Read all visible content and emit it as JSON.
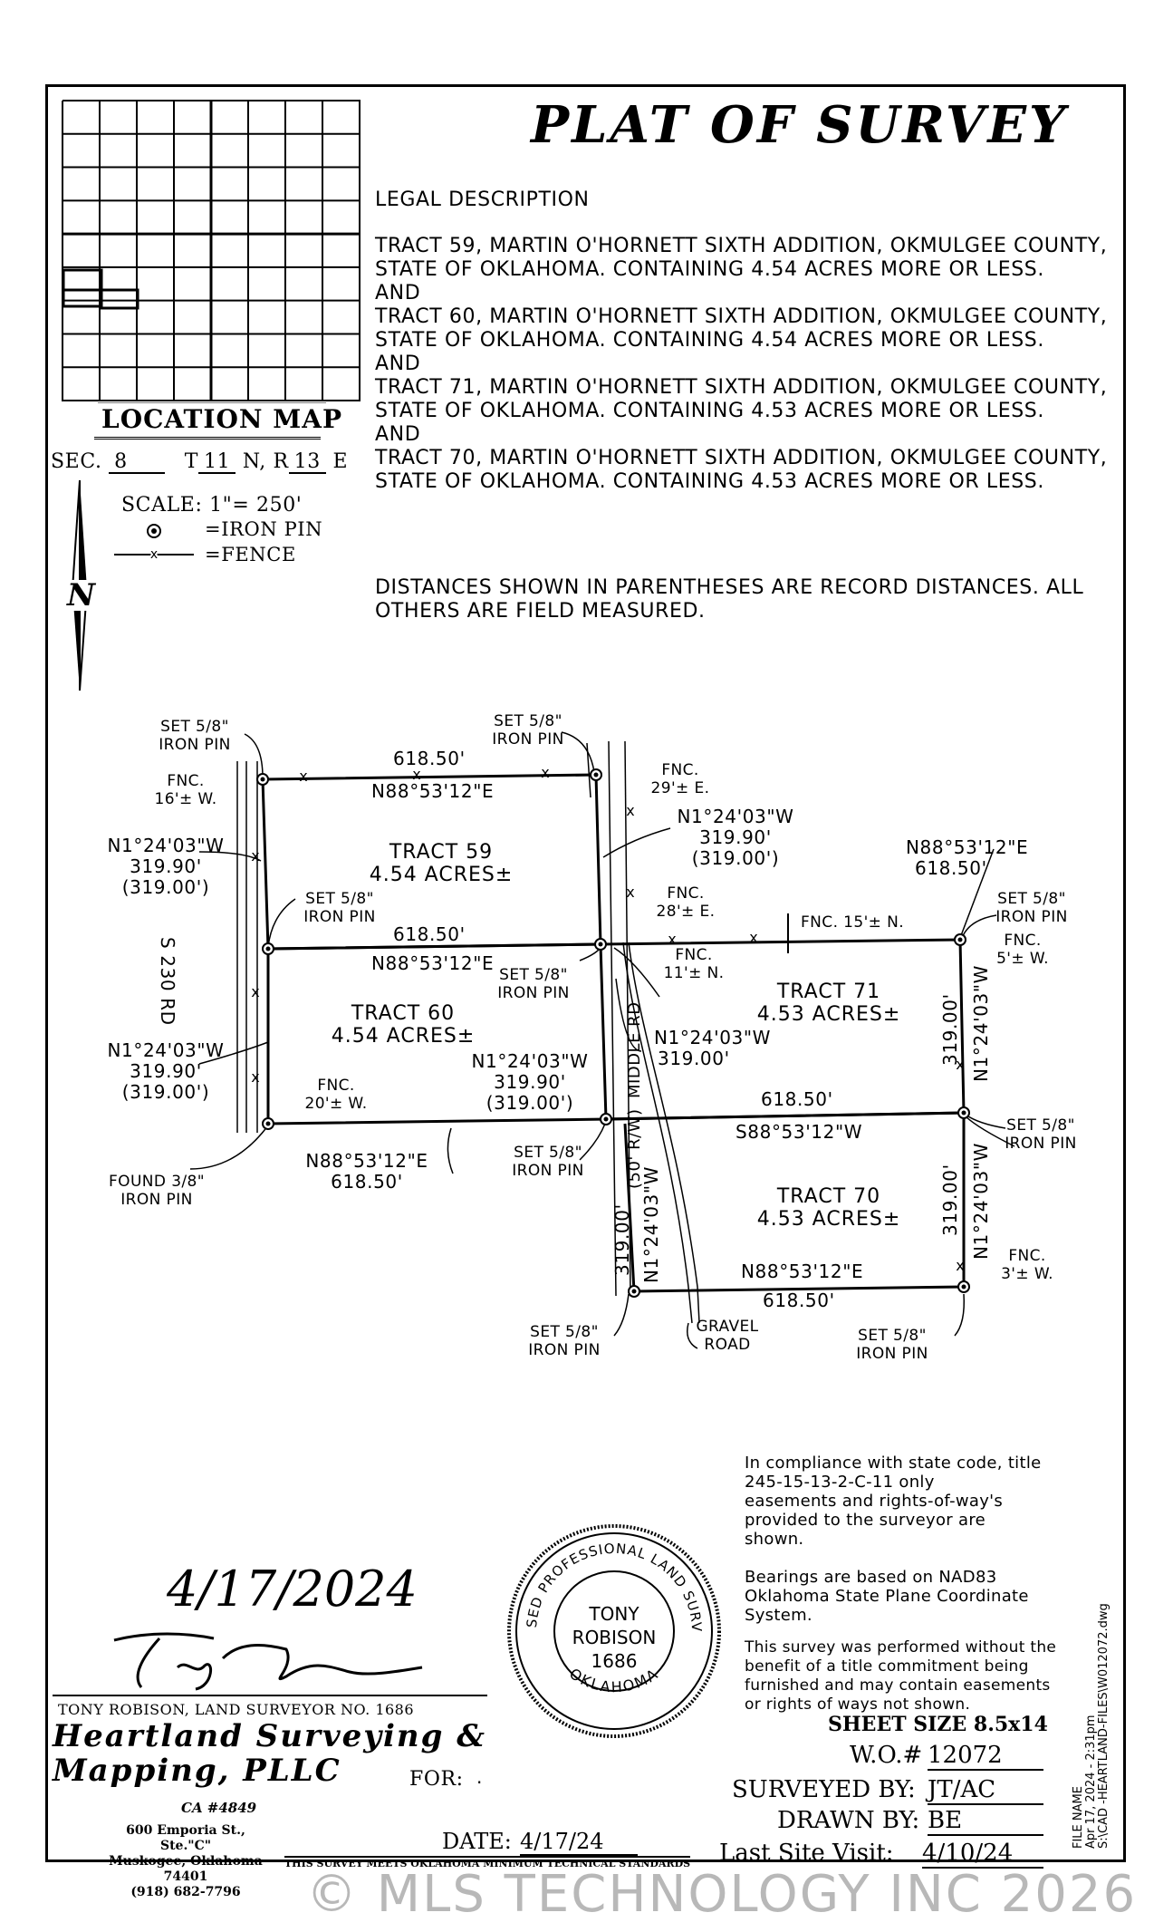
{
  "title": "PLAT OF SURVEY",
  "legal": {
    "heading": "LEGAL DESCRIPTION",
    "lines": [
      "TRACT 59, MARTIN O'HORNETT SIXTH ADDITION, OKMULGEE COUNTY,",
      "STATE OF OKLAHOMA. CONTAINING 4.54 ACRES MORE OR LESS.",
      "AND",
      "TRACT 60, MARTIN O'HORNETT SIXTH ADDITION, OKMULGEE COUNTY,",
      "STATE OF OKLAHOMA. CONTAINING 4.54 ACRES MORE OR LESS.",
      "AND",
      "TRACT 71, MARTIN O'HORNETT SIXTH ADDITION, OKMULGEE COUNTY,",
      "STATE OF OKLAHOMA. CONTAINING 4.53 ACRES MORE OR LESS.",
      "AND",
      "TRACT 70, MARTIN O'HORNETT SIXTH ADDITION, OKMULGEE COUNTY,",
      "STATE OF OKLAHOMA. CONTAINING 4.53 ACRES MORE OR LESS."
    ],
    "distances_note": [
      "DISTANCES SHOWN IN PARENTHESES ARE RECORD DISTANCES. ALL",
      "OTHERS ARE FIELD MEASURED."
    ]
  },
  "location": {
    "label": "LOCATION MAP",
    "sec_label": "SEC.",
    "sec": "8",
    "t_label": "T",
    "t": "11",
    "t_dir": "N, R",
    "r": "13",
    "r_dir": "E",
    "scale": "SCALE: 1\"= 250'",
    "legend_pin": "=IRON PIN",
    "legend_fence": "=FENCE",
    "north": "N"
  },
  "plat": {
    "tracts": [
      {
        "name": "TRACT 59",
        "area": "4.54 ACRES±"
      },
      {
        "name": "TRACT 60",
        "area": "4.54 ACRES±"
      },
      {
        "name": "TRACT 71",
        "area": "4.53 ACRES±"
      },
      {
        "name": "TRACT 70",
        "area": "4.53 ACRES±"
      }
    ],
    "labels": {
      "set_pin_a": [
        "SET 5/8\"",
        "IRON PIN"
      ],
      "set_pin_b": [
        "SET 5/8\"",
        "IRON PIN"
      ],
      "set_pin_c": [
        "SET 5/8\"",
        "IRON PIN"
      ],
      "set_pin_d": [
        "SET 5/8\"",
        "IRON PIN"
      ],
      "set_pin_e": [
        "SET 5/8\"",
        "IRON PIN"
      ],
      "set_pin_f": [
        "SET 5/8\"",
        "IRON PIN"
      ],
      "set_pin_g": [
        "SET 5/8\"",
        "IRON PIN"
      ],
      "set_pin_h": [
        "SET 5/8\"",
        "IRON PIN"
      ],
      "set_pin_i": [
        "SET 5/8\"",
        "IRON PIN"
      ],
      "found_pin": [
        "FOUND 3/8\"",
        "IRON PIN"
      ],
      "fnc_16w": [
        "FNC.",
        "16'± W."
      ],
      "fnc_29e": [
        "FNC.",
        "29'± E."
      ],
      "fnc_28e": [
        "FNC.",
        "28'± E."
      ],
      "fnc_15n": "FNC. 15'± N.",
      "fnc_11n": [
        "FNC.",
        "11'± N."
      ],
      "fnc_5w": [
        "FNC.",
        "5'± W."
      ],
      "fnc_20w": [
        "FNC.",
        "20'± W."
      ],
      "fnc_3w": [
        "FNC.",
        "3'± W."
      ],
      "brg_w1": [
        "N1°24'03\"W",
        "319.90'",
        "(319.00')"
      ],
      "brg_w2": [
        "N1°24'03\"W",
        "319.90'",
        "(319.00')"
      ],
      "brg_m1": [
        "N1°24'03\"W",
        "319.90'",
        "(319.00')"
      ],
      "brg_m2": [
        "N1°24'03\"W",
        "319.90'",
        "(319.00')"
      ],
      "brg_m3": [
        "N1°24'03\"W",
        "319.00'"
      ],
      "brg_ne": [
        "N88°53'12\"E",
        "618.50'"
      ],
      "brg_bot": [
        "N88°53'12\"E",
        "618.50'"
      ],
      "top_dist": "618.50'",
      "top_brg": "N88°53'12\"E",
      "mid_dist": "618.50'",
      "mid_brg": "N88°53'12\"E",
      "t71_dist": "618.50'",
      "t71_brg": "S88°53'12\"W",
      "t70_brg": "N88°53'12\"E",
      "t70_dist": "618.50'",
      "e_upper_dist": "319.00'",
      "e_upper_brg": "N1°24'03\"W",
      "e_lower_dist": "319.00'",
      "e_lower_brg": "N1°24'03\"W",
      "w70_dist": "319.00'",
      "w70_brg": "N1°24'03\"W",
      "road_s230": "S 230 RD",
      "road_middle": "MIDDLE RD",
      "row": "(50' R/W)",
      "gravel": [
        "GRAVEL",
        "ROAD"
      ]
    }
  },
  "compliance": [
    "In compliance with state code, title",
    "245-15-13-2-C-11 only",
    "easements and rights-of-way's",
    "provided to the surveyor are",
    "shown."
  ],
  "bearings_note": [
    "Bearings are based on NAD83",
    "Oklahoma State Plane Coordinate",
    "System."
  ],
  "title_note": [
    "This survey was performed without the",
    "benefit of a title commitment being",
    "furnished and may contain easements",
    "or rights of ways not shown."
  ],
  "seal": {
    "top": "LICENSED PROFESSIONAL LAND SURVEYOR",
    "bottom": "OKLAHOMA",
    "name1": "TONY",
    "name2": "ROBISON",
    "number": "1686"
  },
  "signature_date": "4/17/2024",
  "surveyor_line": "TONY ROBISON, LAND SURVEYOR NO. 1686",
  "company": {
    "name1": "Heartland Surveying &",
    "name2": "Mapping, PLLC",
    "ca": "CA #4849",
    "addr1": "600 Emporia St., Ste.\"C\"",
    "addr2": "Muskogee, Oklahoma 74401",
    "phone": "(918) 682-7796"
  },
  "for_label": "FOR:",
  "for_value": ".",
  "date_label": "DATE:",
  "date_value": "4/17/24",
  "standards": "THIS SURVEY MEETS OKLAHOMA MINIMUM TECHNICAL STANDARDS",
  "sheet_size": "SHEET SIZE 8.5x14",
  "wo_label": "W.O.#",
  "wo_value": "12072",
  "surveyed_label": "SURVEYED BY:",
  "surveyed_value": "JT/AC",
  "drawn_label": "DRAWN BY:",
  "drawn_value": "BE",
  "visit_label": "Last Site Visit:",
  "visit_value": "4/10/24",
  "file_name": [
    "FILE NAME",
    "Apr 17, 2024 - 2:31pm",
    "S:\\CAD -HEARTLAND-FILES\\W012072.dwg"
  ],
  "watermark": "© MLS TECHNOLOGY INC 2026"
}
